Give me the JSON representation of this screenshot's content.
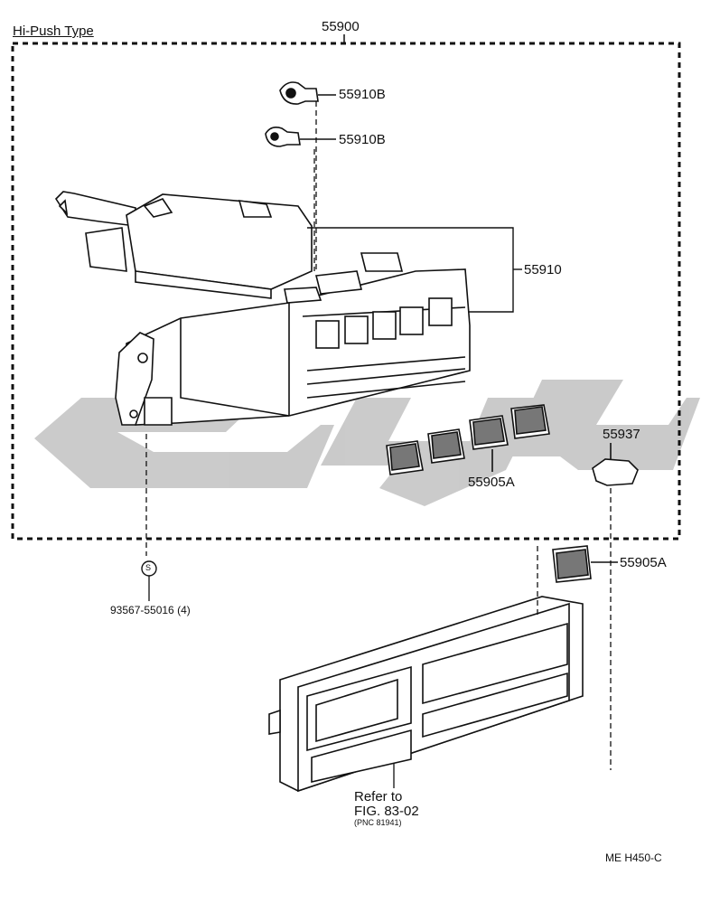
{
  "title": "Hi-Push Type",
  "assembly_number": "55900",
  "parts": {
    "bulb_1": "55910B",
    "bulb_2": "55910B",
    "control_assembly": "55910",
    "knob_group": "55905A",
    "knob_single": "55905A",
    "clip": "55937",
    "screw_symbol": "S",
    "screw": "93567-55016 (4)"
  },
  "reference": {
    "line1": "Refer to",
    "line2": "FIG. 83-02",
    "line3": "(PNC 81941)"
  },
  "drawing_code": "ME H450-C",
  "watermark_color": "#c8c8c8",
  "line_color": "#111111"
}
